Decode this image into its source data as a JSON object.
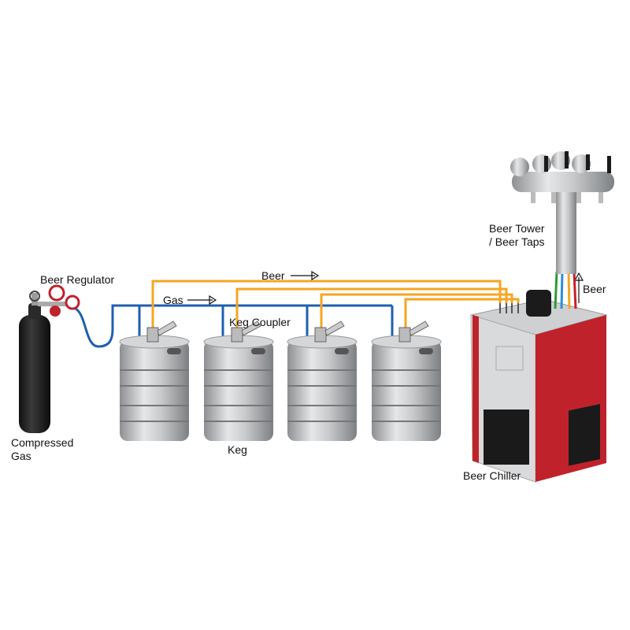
{
  "labels": {
    "beer_regulator": "Beer Regulator",
    "compressed_gas_line1": "Compressed",
    "compressed_gas_line2": "Gas",
    "gas_flow": "Gas",
    "beer_flow": "Beer",
    "keg_coupler": "Keg Coupler",
    "keg": "Keg",
    "beer_tower_line1": "Beer Tower",
    "beer_tower_line2": "/ Beer Taps",
    "beer_up": "Beer",
    "beer_chiller": "Beer Chiller"
  },
  "colors": {
    "gas_line": "#1f5fb0",
    "beer_line": "#f5a623",
    "chiller_red": "#c0222b",
    "chiller_grey": "#d9dadc",
    "tower_lines": [
      "#2e9a3c",
      "#2a8fd8",
      "#f5a623",
      "#c8202a"
    ]
  }
}
